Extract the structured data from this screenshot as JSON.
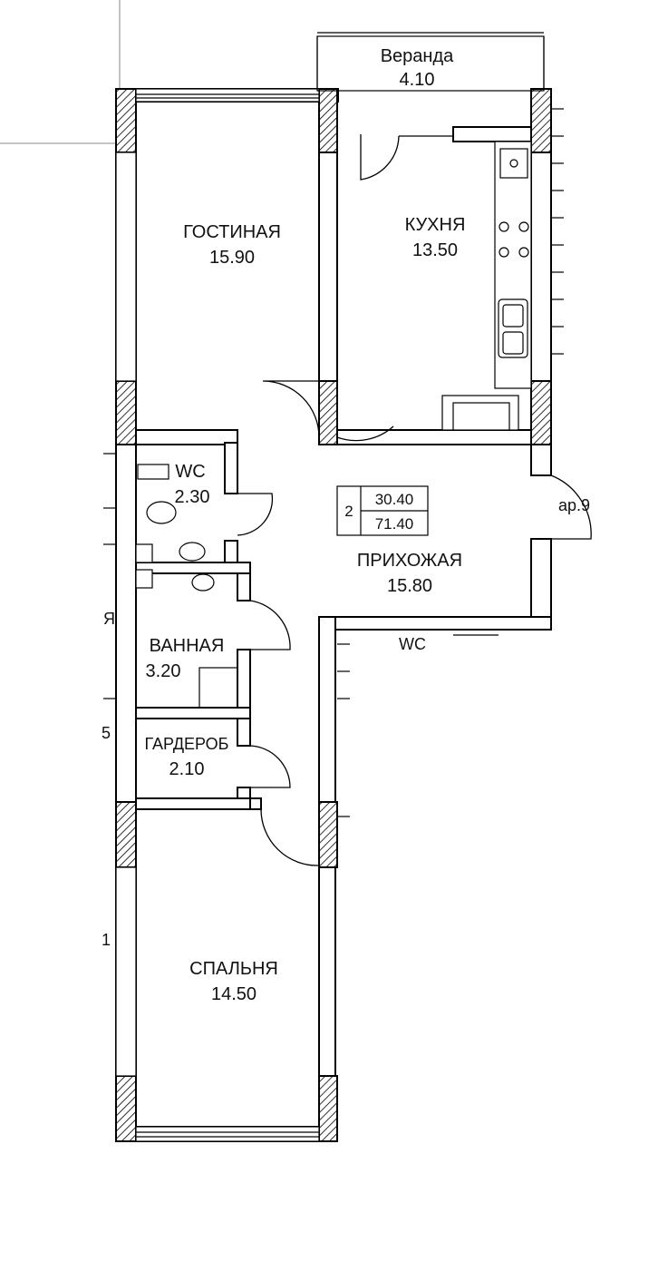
{
  "rooms": {
    "veranda": {
      "name": "Веранда",
      "area": "4.10"
    },
    "living": {
      "name": "ГОСТИНАЯ",
      "area": "15.90"
    },
    "kitchen": {
      "name": "КУХНЯ",
      "area": "13.50"
    },
    "wc": {
      "name": "WC",
      "area": "2.30"
    },
    "hallway": {
      "name": "ПРИХОЖАЯ",
      "area": "15.80"
    },
    "bathroom": {
      "name": "ВАННАЯ",
      "area": "3.20"
    },
    "wardrobe": {
      "name": "ГАРДЕРОБ",
      "area": "2.10"
    },
    "bedroom": {
      "name": "СПАЛЬНЯ",
      "area": "14.50"
    }
  },
  "apartment": {
    "rooms_count": "2",
    "living_area": "30.40",
    "total_area": "71.40"
  },
  "fragments": {
    "neighbor_label": "ар.9",
    "stray_wc": "WC",
    "stray_ya": "Я",
    "stray_5": "5",
    "stray_1": "1"
  },
  "colors": {
    "wall_fill": "#ffffff",
    "wall_stroke": "#000000",
    "hatch": "#000000",
    "line": "#000000"
  }
}
